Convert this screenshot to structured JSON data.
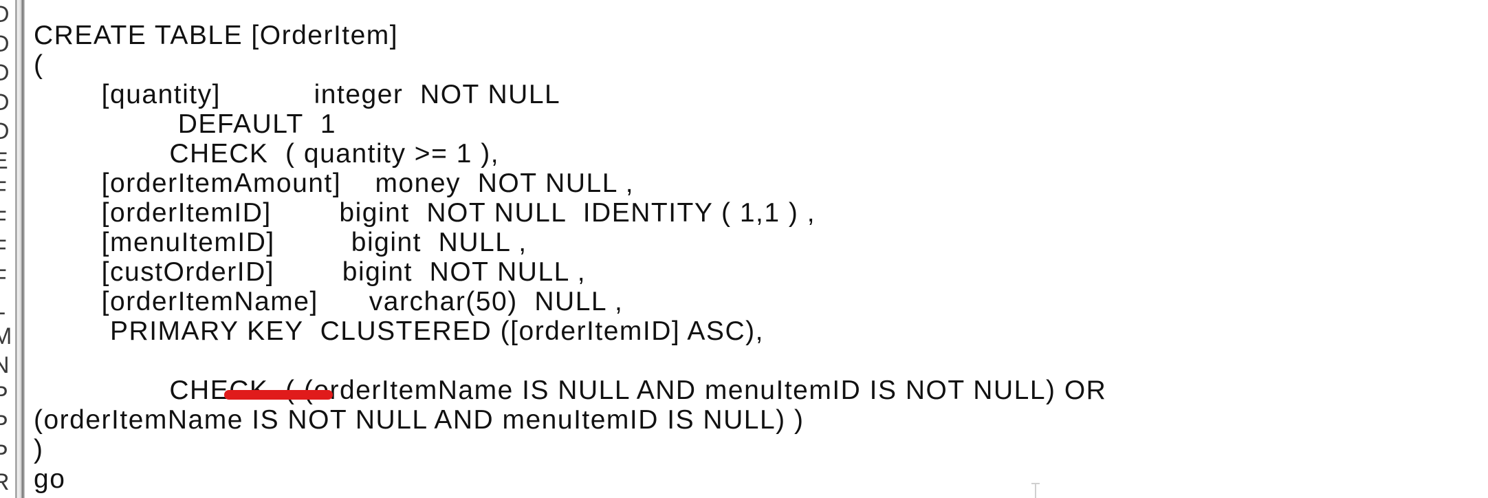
{
  "gutter": {
    "chars": [
      "D",
      "D",
      "D",
      "D",
      "D",
      "E",
      "F",
      "F",
      "F",
      "F",
      "L",
      "M",
      "N",
      "P",
      "P",
      "P",
      "R"
    ]
  },
  "editor": {
    "lines": [
      "CREATE TABLE [OrderItem]",
      "(",
      "        [quantity]           integer  NOT NULL",
      "                 DEFAULT  1",
      "                CHECK  ( quantity >= 1 ),",
      "        [orderItemAmount]    money  NOT NULL ,",
      "        [orderItemID]        bigint  NOT NULL  IDENTITY ( 1,1 ) ,",
      "        [menuItemID]         bigint  NULL ,",
      "        [custOrderID]        bigint  NOT NULL ,",
      "        [orderItemName]      varchar(50)  NULL ,",
      "         PRIMARY KEY  CLUSTERED ([orderItemID] ASC),",
      "",
      "                CHECK  ( (orderItemName IS NULL AND menuItemID IS NOT NULL) OR",
      "(orderItemName IS NOT NULL AND menuItemID IS NULL) )",
      ")",
      "go"
    ]
  },
  "annotation": {
    "color": "#e01b1b"
  }
}
